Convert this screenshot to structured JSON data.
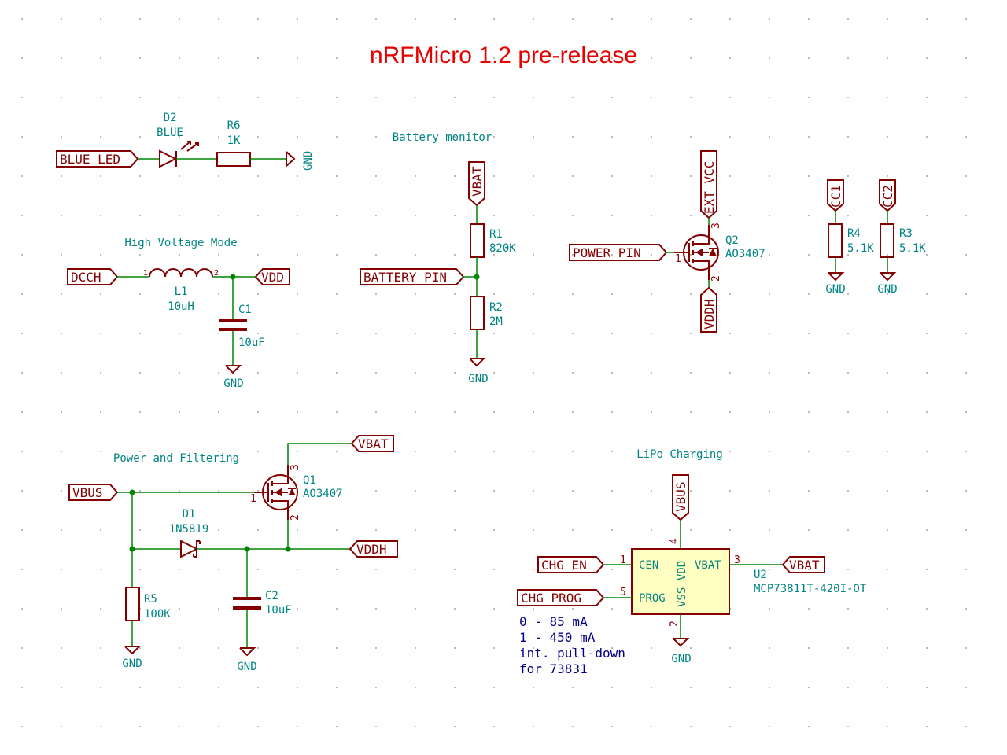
{
  "title": "nRFMicro 1.2 pre-release",
  "sections": {
    "battery_monitor": "Battery monitor",
    "high_voltage_mode": "High Voltage Mode",
    "power_filtering": "Power and Filtering",
    "lipo_charging": "LiPo Charging"
  },
  "labels": {
    "blue_led": "BLUE_LED",
    "dcch": "DCCH",
    "vdd": "VDD",
    "vbat_bm": "VBAT",
    "battery_pin": "BATTERY_PIN",
    "power_pin": "POWER_PIN",
    "ext_vcc": "EXT_VCC",
    "vddh_q2": "VDDH",
    "cc1": "CC1",
    "cc2": "CC2",
    "vbus_pf": "VBUS",
    "vbat_pf": "VBAT",
    "vddh_pf": "VDDH",
    "vbus_ch": "VBUS",
    "chg_en": "CHG_EN",
    "chg_prog": "CHG_PROG",
    "vbat_ch": "VBAT"
  },
  "components": {
    "d2": {
      "ref": "D2",
      "value": "BLUE"
    },
    "r6": {
      "ref": "R6",
      "value": "1K"
    },
    "l1": {
      "ref": "L1",
      "value": "10uH"
    },
    "c1": {
      "ref": "C1",
      "value": "10uF"
    },
    "r1": {
      "ref": "R1",
      "value": "820K"
    },
    "r2": {
      "ref": "R2",
      "value": "2M"
    },
    "q2": {
      "ref": "Q2",
      "value": "AO3407"
    },
    "r4": {
      "ref": "R4",
      "value": "5.1K"
    },
    "r3": {
      "ref": "R3",
      "value": "5.1K"
    },
    "q1": {
      "ref": "Q1",
      "value": "AO3407"
    },
    "d1": {
      "ref": "D1",
      "value": "1N5819"
    },
    "r5": {
      "ref": "R5",
      "value": "100K"
    },
    "c2": {
      "ref": "C2",
      "value": "10uF"
    },
    "u2": {
      "ref": "U2",
      "value": "MCP73811T-420I-OT"
    }
  },
  "u2_pins": {
    "cen": "CEN",
    "prog": "PROG",
    "vdd": "VDD",
    "vss": "VSS",
    "vbat": "VBAT",
    "p1": "1",
    "p2": "2",
    "p3": "3",
    "p4": "4",
    "p5": "5"
  },
  "pin_numbers": {
    "one": "1",
    "two": "2",
    "three": "3"
  },
  "gnd": "GND",
  "note": [
    "0 - 85 mA",
    "1 - 450 mA",
    "int. pull-down",
    "for 73831"
  ]
}
